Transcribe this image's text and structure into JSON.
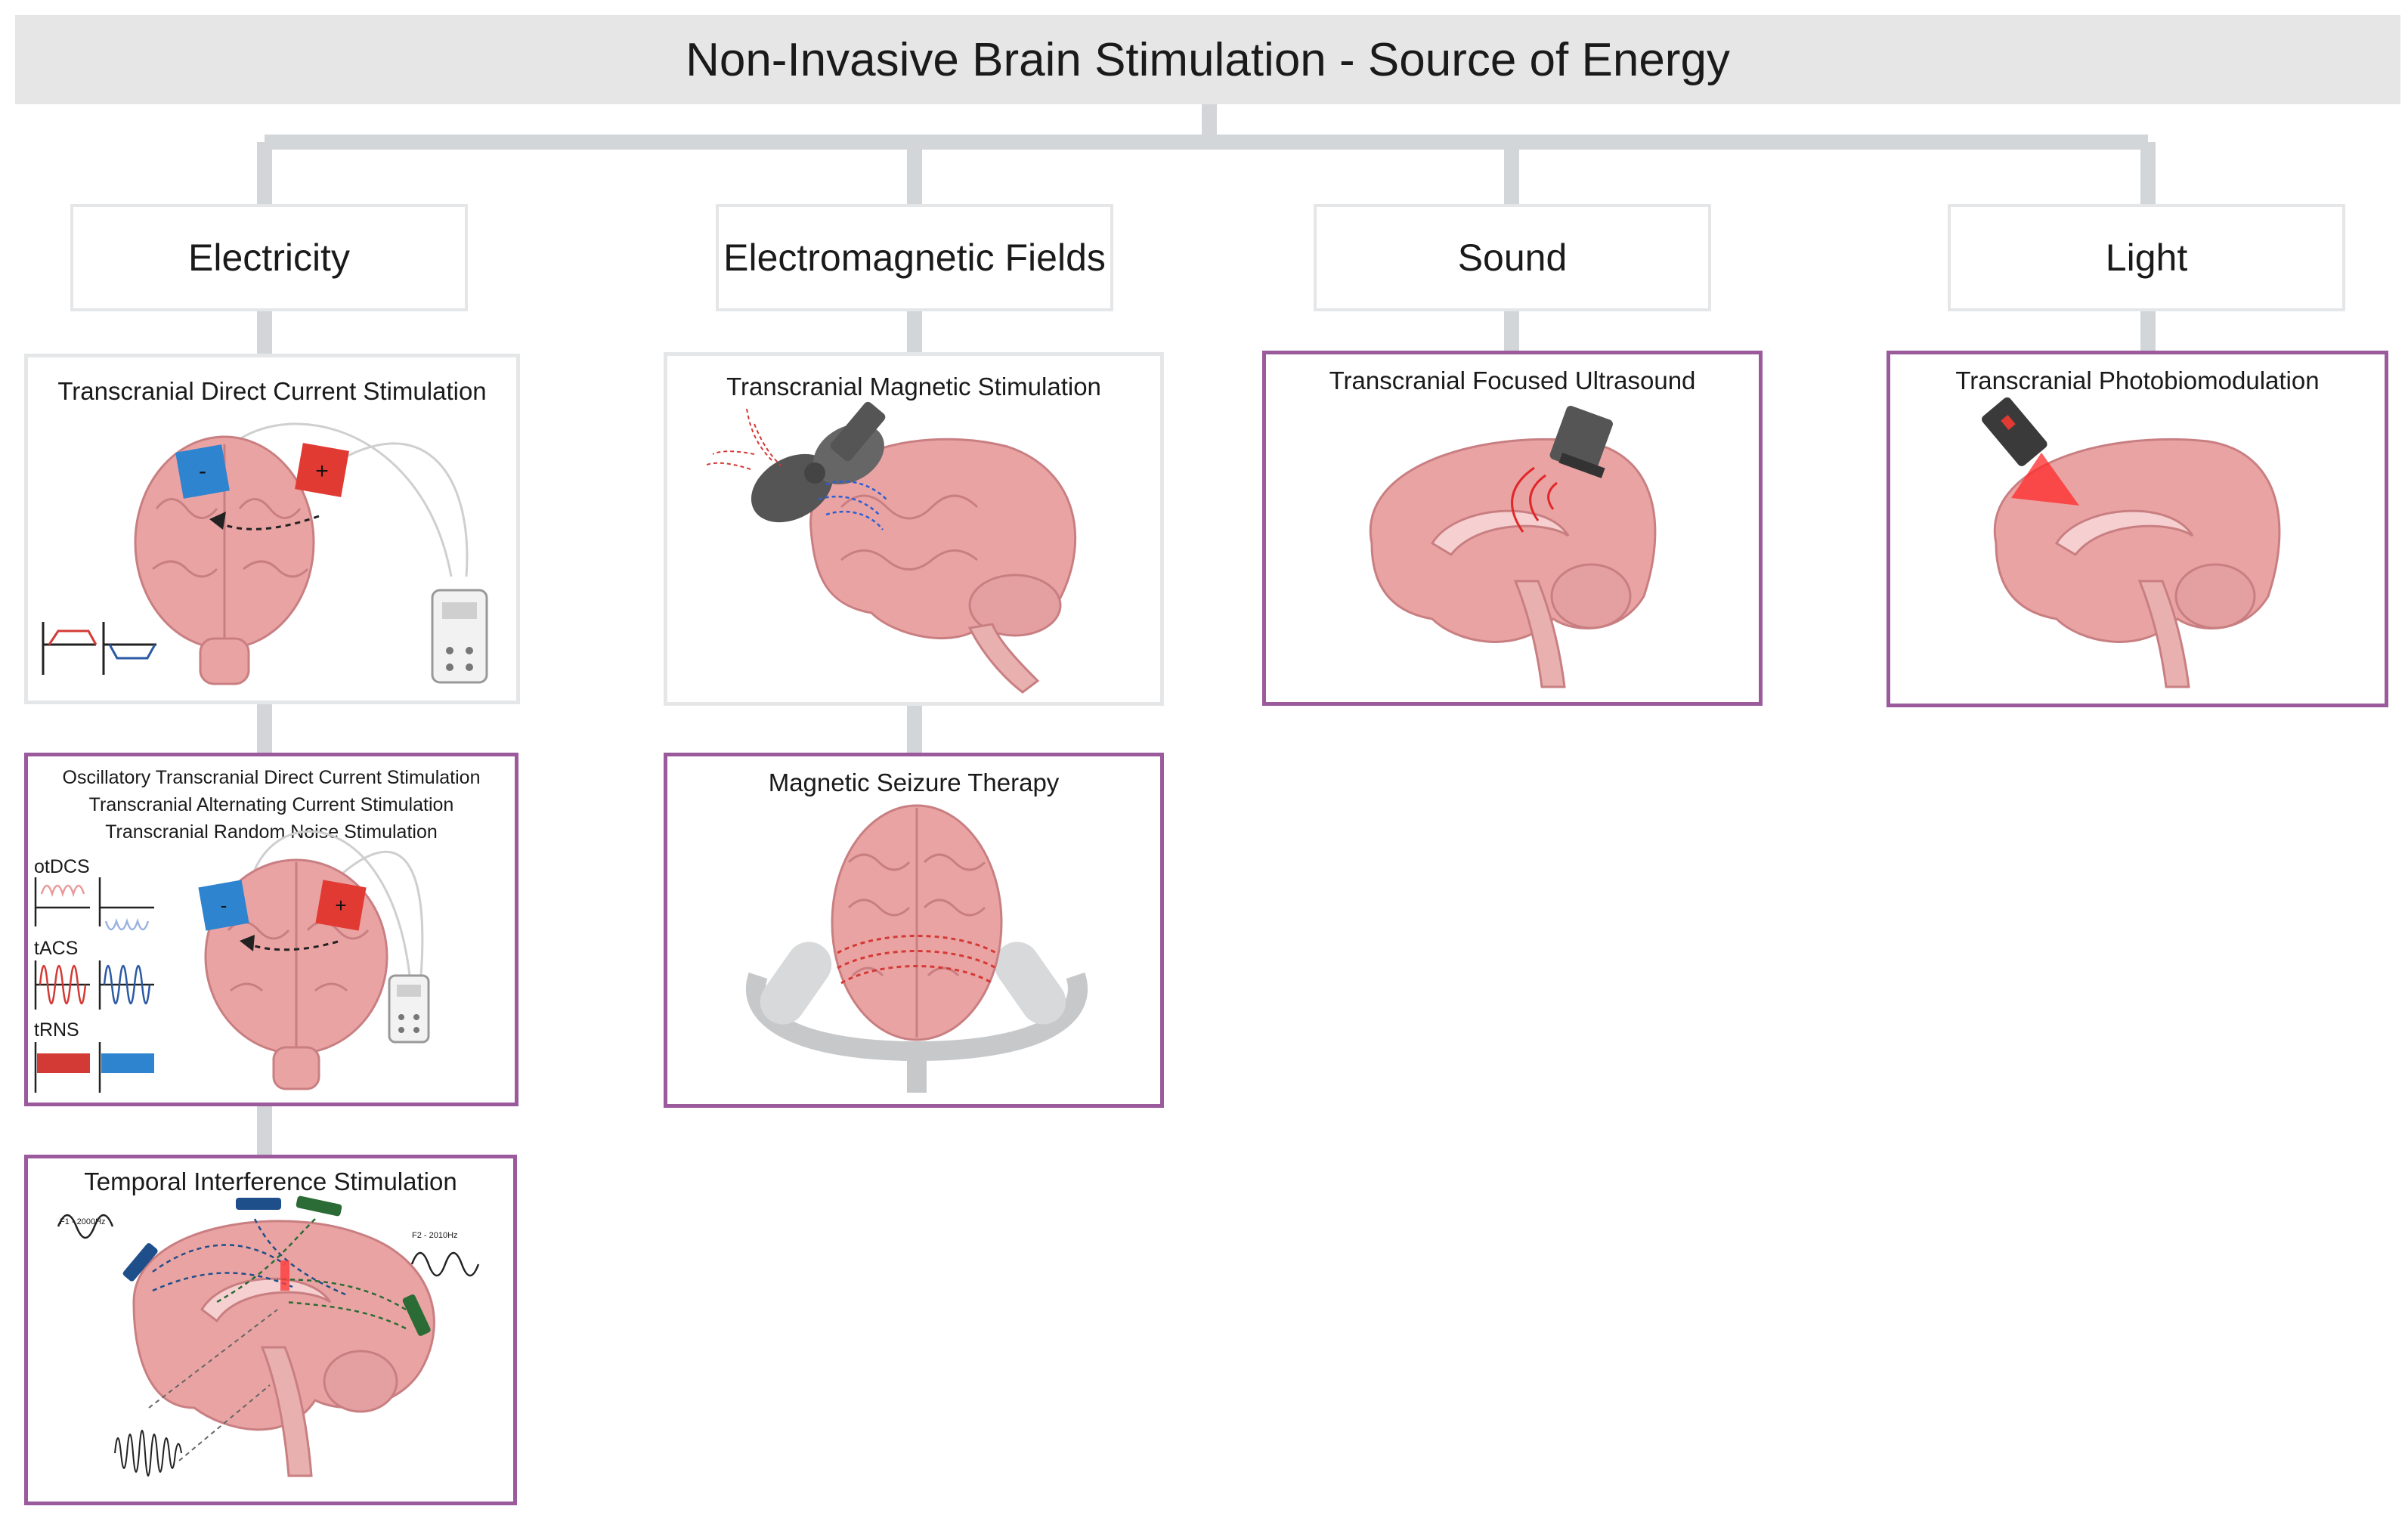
{
  "title": "Non-Invasive Brain Stimulation - Source of Energy",
  "categories": [
    {
      "label": "Electricity"
    },
    {
      "label": "Electromagnetic Fields"
    },
    {
      "label": "Sound"
    },
    {
      "label": "Light"
    }
  ],
  "panels": {
    "tdcs": {
      "title": "Transcranial Direct Current Stimulation",
      "neg": "-",
      "pos": "+"
    },
    "otdcs": {
      "titles": [
        "Oscillatory Transcranial Direct Current Stimulation",
        "Transcranial Alternating Current Stimulation",
        "Transcranial Random Noise Stimulation"
      ],
      "waves": [
        "otDCS",
        "tACS",
        "tRNS"
      ],
      "neg": "-",
      "pos": "+"
    },
    "tis": {
      "title": "Temporal Interference Stimulation",
      "f1": "F1 - 2000Hz",
      "f2": "F2 - 2010Hz"
    },
    "tms": {
      "title": "Transcranial Magnetic Stimulation"
    },
    "mst": {
      "title": "Magnetic Seizure Therapy"
    },
    "tfus": {
      "title": "Transcranial Focused Ultrasound"
    },
    "tpbm": {
      "title": "Transcranial Photobiomodulation"
    }
  },
  "colors": {
    "connector": "#d3d6d9",
    "panel_border_gray": "#e4e6e8",
    "panel_border_purple": "#9b5a9c",
    "brain": "#eaa3a3",
    "anode": "#e03a33",
    "cathode": "#2f84cf"
  }
}
